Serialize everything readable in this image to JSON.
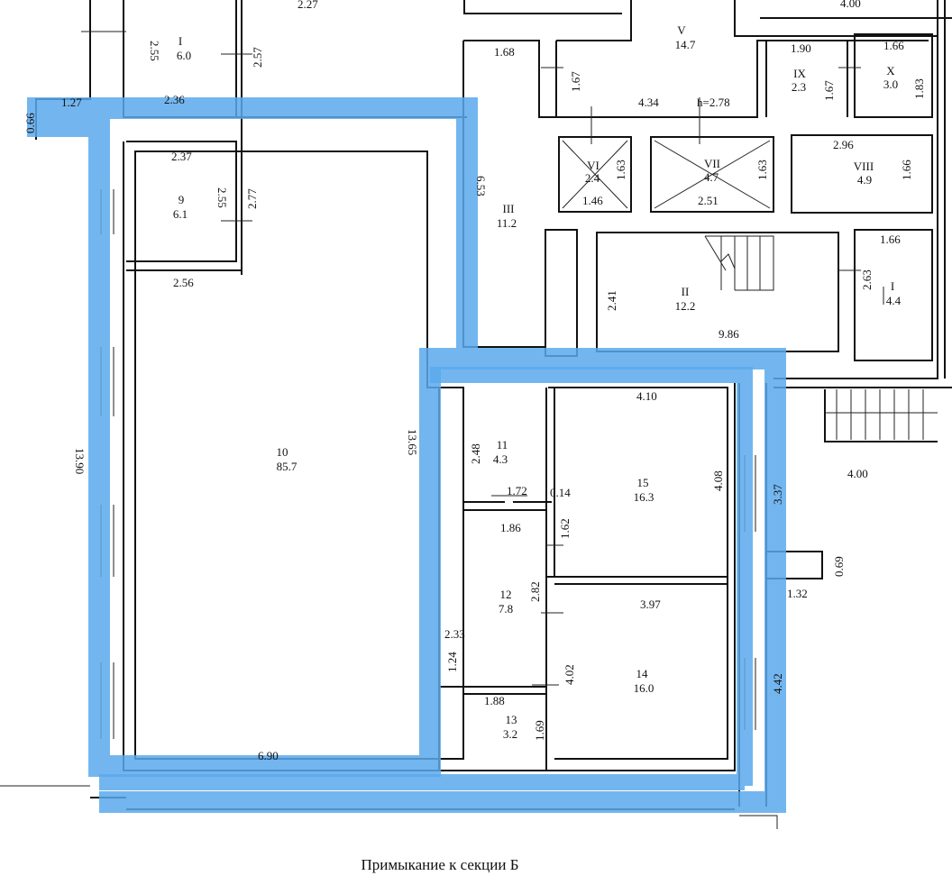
{
  "caption": "Примыкание к секции Б",
  "highlight_color": "#5aa9ec",
  "rooms": [
    {
      "id": "i",
      "number": "I",
      "area": "6.0"
    },
    {
      "id": "9",
      "number": "9",
      "area": "6.1"
    },
    {
      "id": "10",
      "number": "10",
      "area": "85.7"
    },
    {
      "id": "11",
      "number": "11",
      "area": "4.3"
    },
    {
      "id": "12",
      "number": "12",
      "area": "7.8"
    },
    {
      "id": "13",
      "number": "13",
      "area": "3.2"
    },
    {
      "id": "14",
      "number": "14",
      "area": "16.0"
    },
    {
      "id": "15",
      "number": "15",
      "area": "16.3"
    },
    {
      "id": "ii",
      "number": "II",
      "area": "12.2"
    },
    {
      "id": "iii",
      "number": "III",
      "area": "11.2"
    },
    {
      "id": "v",
      "number": "V",
      "area": "14.7"
    },
    {
      "id": "vi",
      "number": "VI",
      "area": "2.4"
    },
    {
      "id": "vii",
      "number": "VII",
      "area": "4.7"
    },
    {
      "id": "viii",
      "number": "VIII",
      "area": "4.9"
    },
    {
      "id": "ix",
      "number": "IX",
      "area": "2.3"
    },
    {
      "id": "x",
      "number": "X",
      "area": "3.0"
    },
    {
      "id": "j",
      "number": "I",
      "area": "4.4"
    }
  ],
  "dimensions": [
    "2.27",
    "4.00",
    "2.55",
    "2.57",
    "1.27",
    "0.66",
    "2.36",
    "2.37",
    "2.55",
    "2.77",
    "2.56",
    "13.90",
    "13.65",
    "6.90",
    "2.48",
    "1.72",
    "0.14",
    "1.86",
    "1.62",
    "2.82",
    "2.33",
    "1.24",
    "1.88",
    "1.69",
    "4.02",
    "3.97",
    "4.10",
    "4.08",
    "3.37",
    "0.69",
    "1.32",
    "4.42",
    "4.00",
    "6.53",
    "1.68",
    "1.67",
    "4.34",
    "h=2.78",
    "1.90",
    "1.67",
    "1.66",
    "1.83",
    "1.63",
    "1.46",
    "1.63",
    "2.51",
    "2.96",
    "1.66",
    "2.41",
    "9.86",
    "1.66",
    "2.63"
  ]
}
